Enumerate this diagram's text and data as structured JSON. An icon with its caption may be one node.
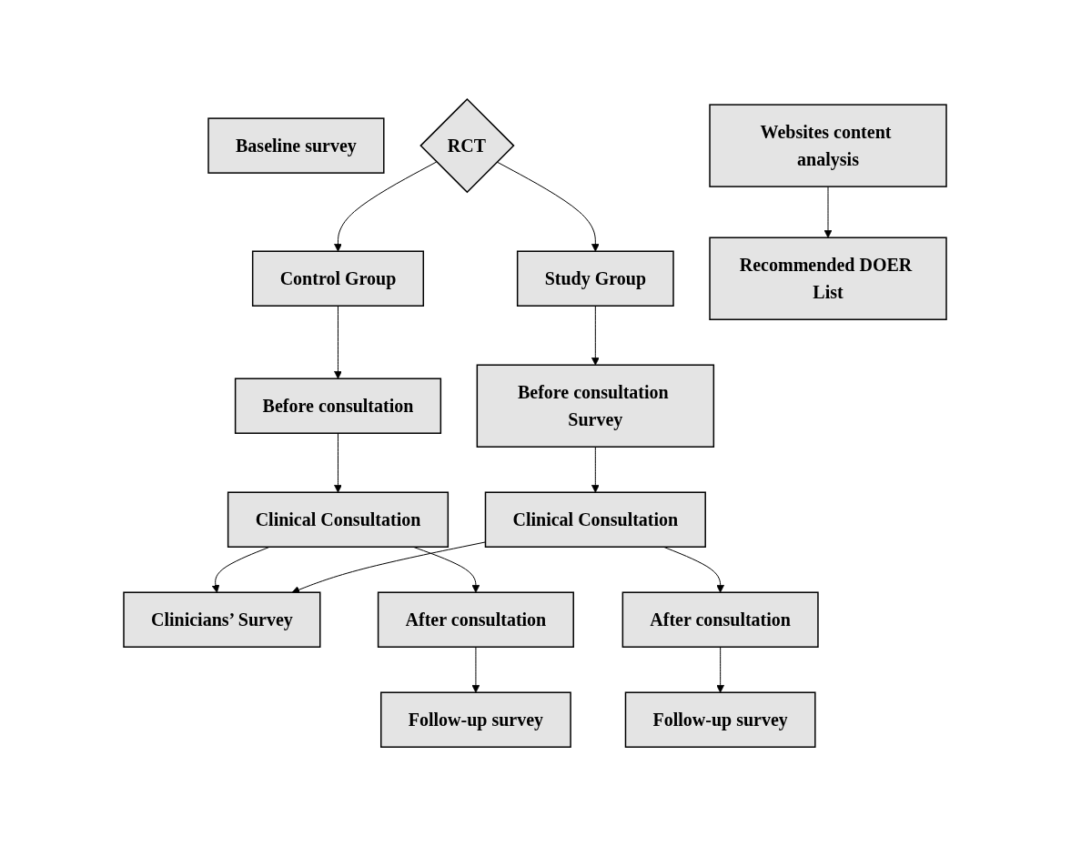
{
  "diagram": {
    "nodes": [
      {
        "text": [
          "Baseline survey"
        ]
      },
      {
        "text": [
          "RCT"
        ]
      },
      {
        "text": [
          "Control Group"
        ]
      },
      {
        "text": [
          "Websites content analysis"
        ]
      },
      {
        "text": [
          "Study Group"
        ]
      },
      {
        "text": [
          "Recommended DOER List"
        ]
      },
      {
        "text": [
          "Before consultation"
        ]
      },
      {
        "text": [
          "Before consultation Survey"
        ]
      },
      {
        "text": [
          "Clinical Consultation"
        ]
      },
      {
        "text": [
          "Clinicians’ Survey"
        ]
      },
      {
        "text": [
          "Clinical Consultation"
        ]
      },
      {
        "text": [
          "After consultation"
        ]
      },
      {
        "text": [
          "After consultation"
        ]
      },
      {
        "text": [
          "Follow-up survey"
        ]
      },
      {
        "text": [
          "Follow-up survey"
        ]
      }
    ],
    "edges": [
      {
        "from": 1,
        "to": 2,
        "arrow": "to"
      },
      {
        "from": 1,
        "to": 4,
        "arrow": "to"
      },
      {
        "from": 3,
        "to": 5,
        "arrow": "to"
      },
      {
        "from": 2,
        "to": 6,
        "arrow": "to"
      },
      {
        "from": 4,
        "to": 7,
        "arrow": "to"
      },
      {
        "from": 6,
        "to": 8,
        "arrow": "to"
      },
      {
        "from": 7,
        "to": 10,
        "arrow": "to"
      },
      {
        "from": 8,
        "to": 9,
        "arrow": "to"
      },
      {
        "from": 10,
        "to": 9,
        "arrow": "to"
      },
      {
        "from": 8,
        "to": 11,
        "arrow": "to"
      },
      {
        "from": 10,
        "to": 12,
        "arrow": "to"
      },
      {
        "from": 11,
        "to": 13,
        "arrow": "to"
      },
      {
        "from": 12,
        "to": 14,
        "arrow": "to"
      }
    ]
  }
}
